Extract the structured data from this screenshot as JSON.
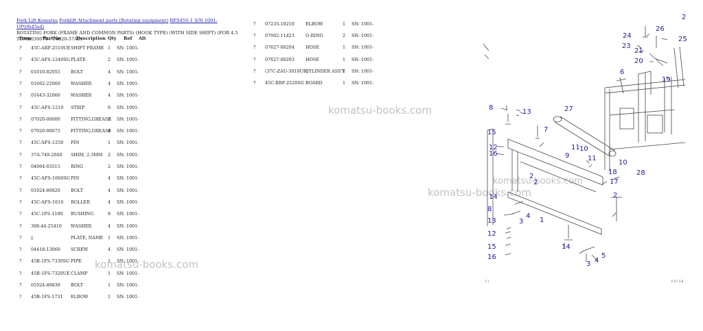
{
  "header": {
    "breadcrumb": [
      "Fork Lift Komatsu",
      "Forklift Attachment parts (Rotating equipment)",
      "RFS45S-1 S/N 1001-UP(rfs45sd)"
    ],
    "subtitle": "ROTATING FORK (FRAME AND COMMON PARTS) (HOOK TYPE) (WITH SIDE SHIFT) (FOR 4.5 TON)(030070 : T4020-57A1)"
  },
  "columns": {
    "item": "Item",
    "partno": "PartNo",
    "description": "Description",
    "qty": "Qty",
    "ref": "Ref",
    "alt": "Alt"
  },
  "parts_left": [
    {
      "item": "?",
      "partno": "45C-ARF-2510UE",
      "desc": "SHIFT FRAME",
      "qty": "1",
      "ref": "SN: 1001-"
    },
    {
      "item": "?",
      "partno": "45C-AFS-1240SG",
      "desc": "PLATE",
      "qty": "2",
      "ref": "SN: 1001-"
    },
    {
      "item": "?",
      "partno": "01010-82055",
      "desc": "BOLT",
      "qty": "4",
      "ref": "SN: 1001-"
    },
    {
      "item": "?",
      "partno": "01602-22060",
      "desc": "WASHER",
      "qty": "4",
      "ref": "SN: 1001-"
    },
    {
      "item": "?",
      "partno": "01643-32060",
      "desc": "WASHER",
      "qty": "4",
      "ref": "SN: 1001-"
    },
    {
      "item": "?",
      "partno": "45C-AFS-1210",
      "desc": "STRIP",
      "qty": "6",
      "ref": "SN: 1001-"
    },
    {
      "item": "?",
      "partno": "07020-00000",
      "desc": "FITTING,GREASE",
      "qty": "3",
      "ref": "SN: 1001-"
    },
    {
      "item": "?",
      "partno": "07020-00675",
      "desc": "FITTING,GREASE",
      "qty": "4",
      "ref": "SN: 1001-"
    },
    {
      "item": "?",
      "partno": "45C-AFS-1250",
      "desc": "PIN",
      "qty": "1",
      "ref": "SN: 1001-"
    },
    {
      "item": "?",
      "partno": "37A-749-2040",
      "desc": "SHIM, 2.3MM",
      "qty": "2",
      "ref": "SN: 1001-"
    },
    {
      "item": "?",
      "partno": "04064-03515",
      "desc": "RING",
      "qty": "2",
      "ref": "SN: 1001-"
    },
    {
      "item": "?",
      "partno": "45C-AFS-1660SG",
      "desc": "PIN",
      "qty": "4",
      "ref": "SN: 1001-"
    },
    {
      "item": "?",
      "partno": "01024-80820",
      "desc": "BOLT",
      "qty": "4",
      "ref": "SN: 1001-"
    },
    {
      "item": "?",
      "partno": "45C-AFS-1610",
      "desc": "ROLLER",
      "qty": "4",
      "ref": "SN: 1001-"
    },
    {
      "item": "?",
      "partno": "45C-1FS-1180",
      "desc": "BUSHING",
      "qty": "8",
      "ref": "SN: 1001-"
    },
    {
      "item": "?",
      "partno": "308-44-25410",
      "desc": "WASHER",
      "qty": "4",
      "ref": "SN: 1001-"
    },
    {
      "item": "?",
      "partno": "▯",
      "desc": "PLATE, NAME",
      "qty": "1",
      "ref": "SN: 1001-"
    },
    {
      "item": "?",
      "partno": "04418-13060",
      "desc": "SCREW",
      "qty": "4",
      "ref": "SN: 1001-"
    },
    {
      "item": "?",
      "partno": "45B-1FS-7330SG",
      "desc": "PIPE",
      "qty": "1",
      "ref": "SN: 1001-"
    },
    {
      "item": "?",
      "partno": "45B-1FS-7320UE",
      "desc": "CLAMP",
      "qty": "1",
      "ref": "SN: 1001-"
    },
    {
      "item": "?",
      "partno": "01024-80830",
      "desc": "BOLT",
      "qty": "1",
      "ref": "SN: 1001-"
    },
    {
      "item": "?",
      "partno": "45B-1FS-1731",
      "desc": "ELBOW",
      "qty": "1",
      "ref": "SN: 1001-"
    }
  ],
  "parts_right": [
    {
      "item": "?",
      "partno": "07235-10210",
      "desc": "ELBOW",
      "qty": "1",
      "ref": "SN: 1001-"
    },
    {
      "item": "?",
      "partno": "07002-11423",
      "desc": "O-RING",
      "qty": "2",
      "ref": "SN: 1001-"
    },
    {
      "item": "?",
      "partno": "07627-00204",
      "desc": "HOSE",
      "qty": "1",
      "ref": "SN: 1001-"
    },
    {
      "item": "?",
      "partno": "07627-00203",
      "desc": "HOSE",
      "qty": "1",
      "ref": "SN: 1001-"
    },
    {
      "item": "?",
      "partno": "(37C-ZAU-3010UE)",
      "desc": "CYLINDER ASS'Y",
      "qty": "1",
      "ref": "SN: 1001-"
    },
    {
      "item": "?",
      "partno": "45C-BRF-2520SG",
      "desc": "BOARD",
      "qty": "1",
      "ref": "SN: 1001-"
    }
  ],
  "watermark": "komatsu-books.com",
  "diagram": {
    "callouts": [
      "1",
      "2",
      "2",
      "2",
      "2",
      "3",
      "3",
      "4",
      "4",
      "5",
      "6",
      "7",
      "8",
      "8",
      "9",
      "10",
      "10",
      "11",
      "11",
      "12",
      "12",
      "13",
      "13",
      "14",
      "14",
      "15",
      "15",
      "16",
      "16",
      "17",
      "18",
      "19",
      "20",
      "21",
      "23",
      "24",
      "25",
      "26",
      "27",
      "28"
    ],
    "footer_left": "1 1",
    "footer_right": "P 4 F 5 8"
  }
}
